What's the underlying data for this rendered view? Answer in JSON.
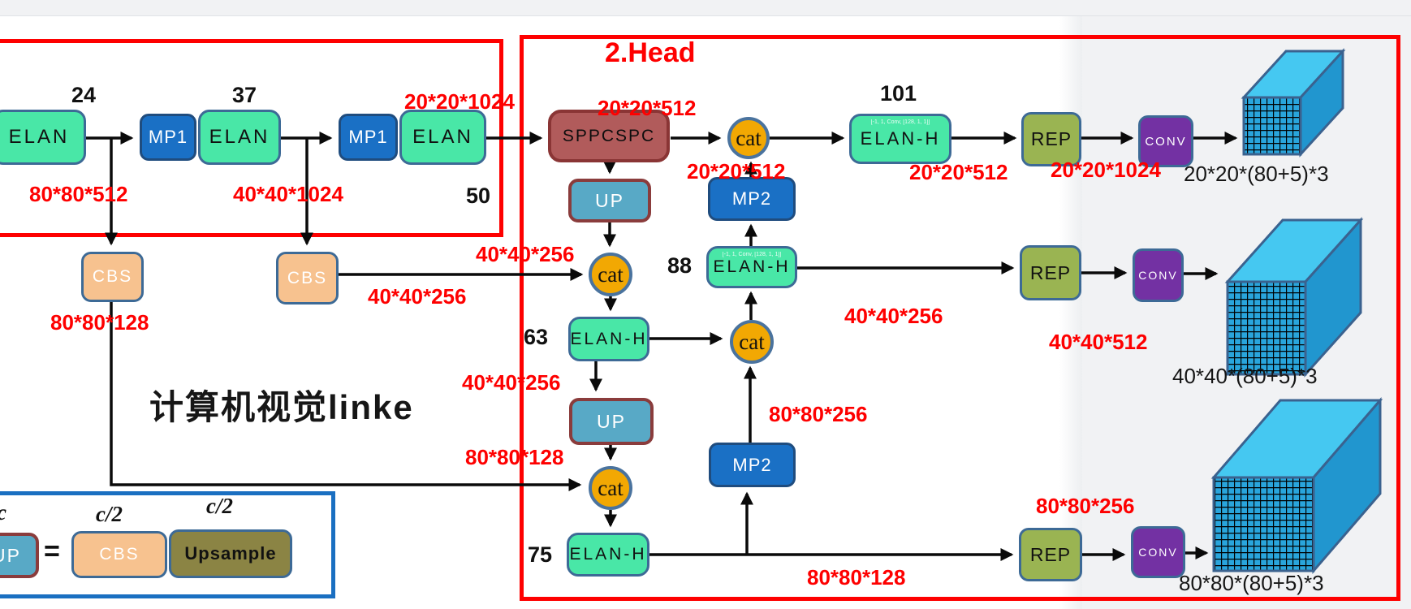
{
  "header": {
    "head_title": "2.Head"
  },
  "watermark": "计算机视觉linke",
  "nodes": {
    "elan": "ELAN",
    "mp1": "MP1",
    "mp2": "MP2",
    "sppcspc": "SPPCSPC",
    "cat": "cat",
    "elan_h": "ELAN-H",
    "rep": "REP",
    "conv": "CONV",
    "up": "UP",
    "cbs": "CBS",
    "upsample": "Upsample",
    "elanh_inner": "[-1, 1, Conv, [128, 1, 1]]"
  },
  "indices": {
    "i24": "24",
    "i37": "37",
    "i50": "50",
    "i63": "63",
    "i75": "75",
    "i88": "88",
    "i101": "101"
  },
  "dims": {
    "d1": "80*80*512",
    "d2": "40*40*1024",
    "d3": "20*20*1024",
    "d4": "20*20*512",
    "d5": "20*20*512",
    "d6": "20*20*512",
    "d7": "20*20*1024",
    "d8": "40*40*256",
    "d9": "40*40*256",
    "d10": "80*80*128",
    "d11": "40*40*256",
    "d12": "80*80*128",
    "d13": "80*80*256",
    "d14": "40*40*256",
    "d15": "40*40*512",
    "d16": "80*80*128",
    "d17": "80*80*256"
  },
  "outputs": {
    "p3": "20*20*(80+5)*3",
    "p4": "40*40*(80+5)*3",
    "p5": "80*80*(80+5)*3"
  },
  "legend": {
    "c": "c",
    "c_half_1": "c/2",
    "c_half_2": "c/2",
    "equals": "=",
    "up": "UP",
    "cbs": "CBS",
    "upsample": "Upsample"
  },
  "colors": {
    "elan_green": "#49e7a7",
    "mp_blue": "#1a70c5",
    "sppcspc_red": "#b15b5b",
    "up_teal": "#58a9c6",
    "cat_orange": "#f2a803",
    "rep_olive": "#9ab452",
    "conv_purple": "#7331a3",
    "cbs_peach": "#f7c28f",
    "upsample_khaki": "#8b8444",
    "label_red": "#fe0000",
    "box_red": "#fe0000",
    "legend_blue": "#1a6fc1",
    "cube_blue": "#29a5dc"
  }
}
